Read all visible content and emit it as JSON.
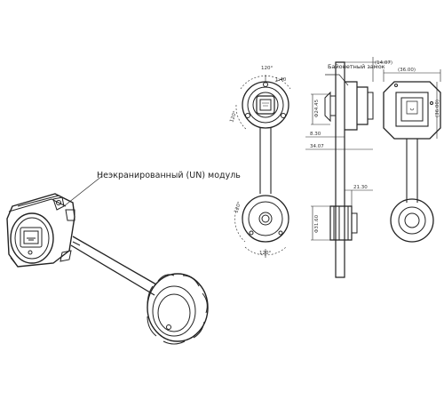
{
  "labels": {
    "module": "Неэкранированный (UN) модуль",
    "bayonet": "Байонетный замок"
  },
  "dims": {
    "angle_top": "120°",
    "angle_left": "120°",
    "angle_bottom_left": "120°",
    "angle_bottom": "120°",
    "d140": "1.40",
    "phi245": "Φ24.45",
    "d830": "8.30",
    "d3407": "34.07",
    "d1407": "(14.07)",
    "d3600_top": "(36.00)",
    "d3600_side": "(36.00)",
    "d2130": "21.30",
    "phi3160": "Φ31.60"
  }
}
